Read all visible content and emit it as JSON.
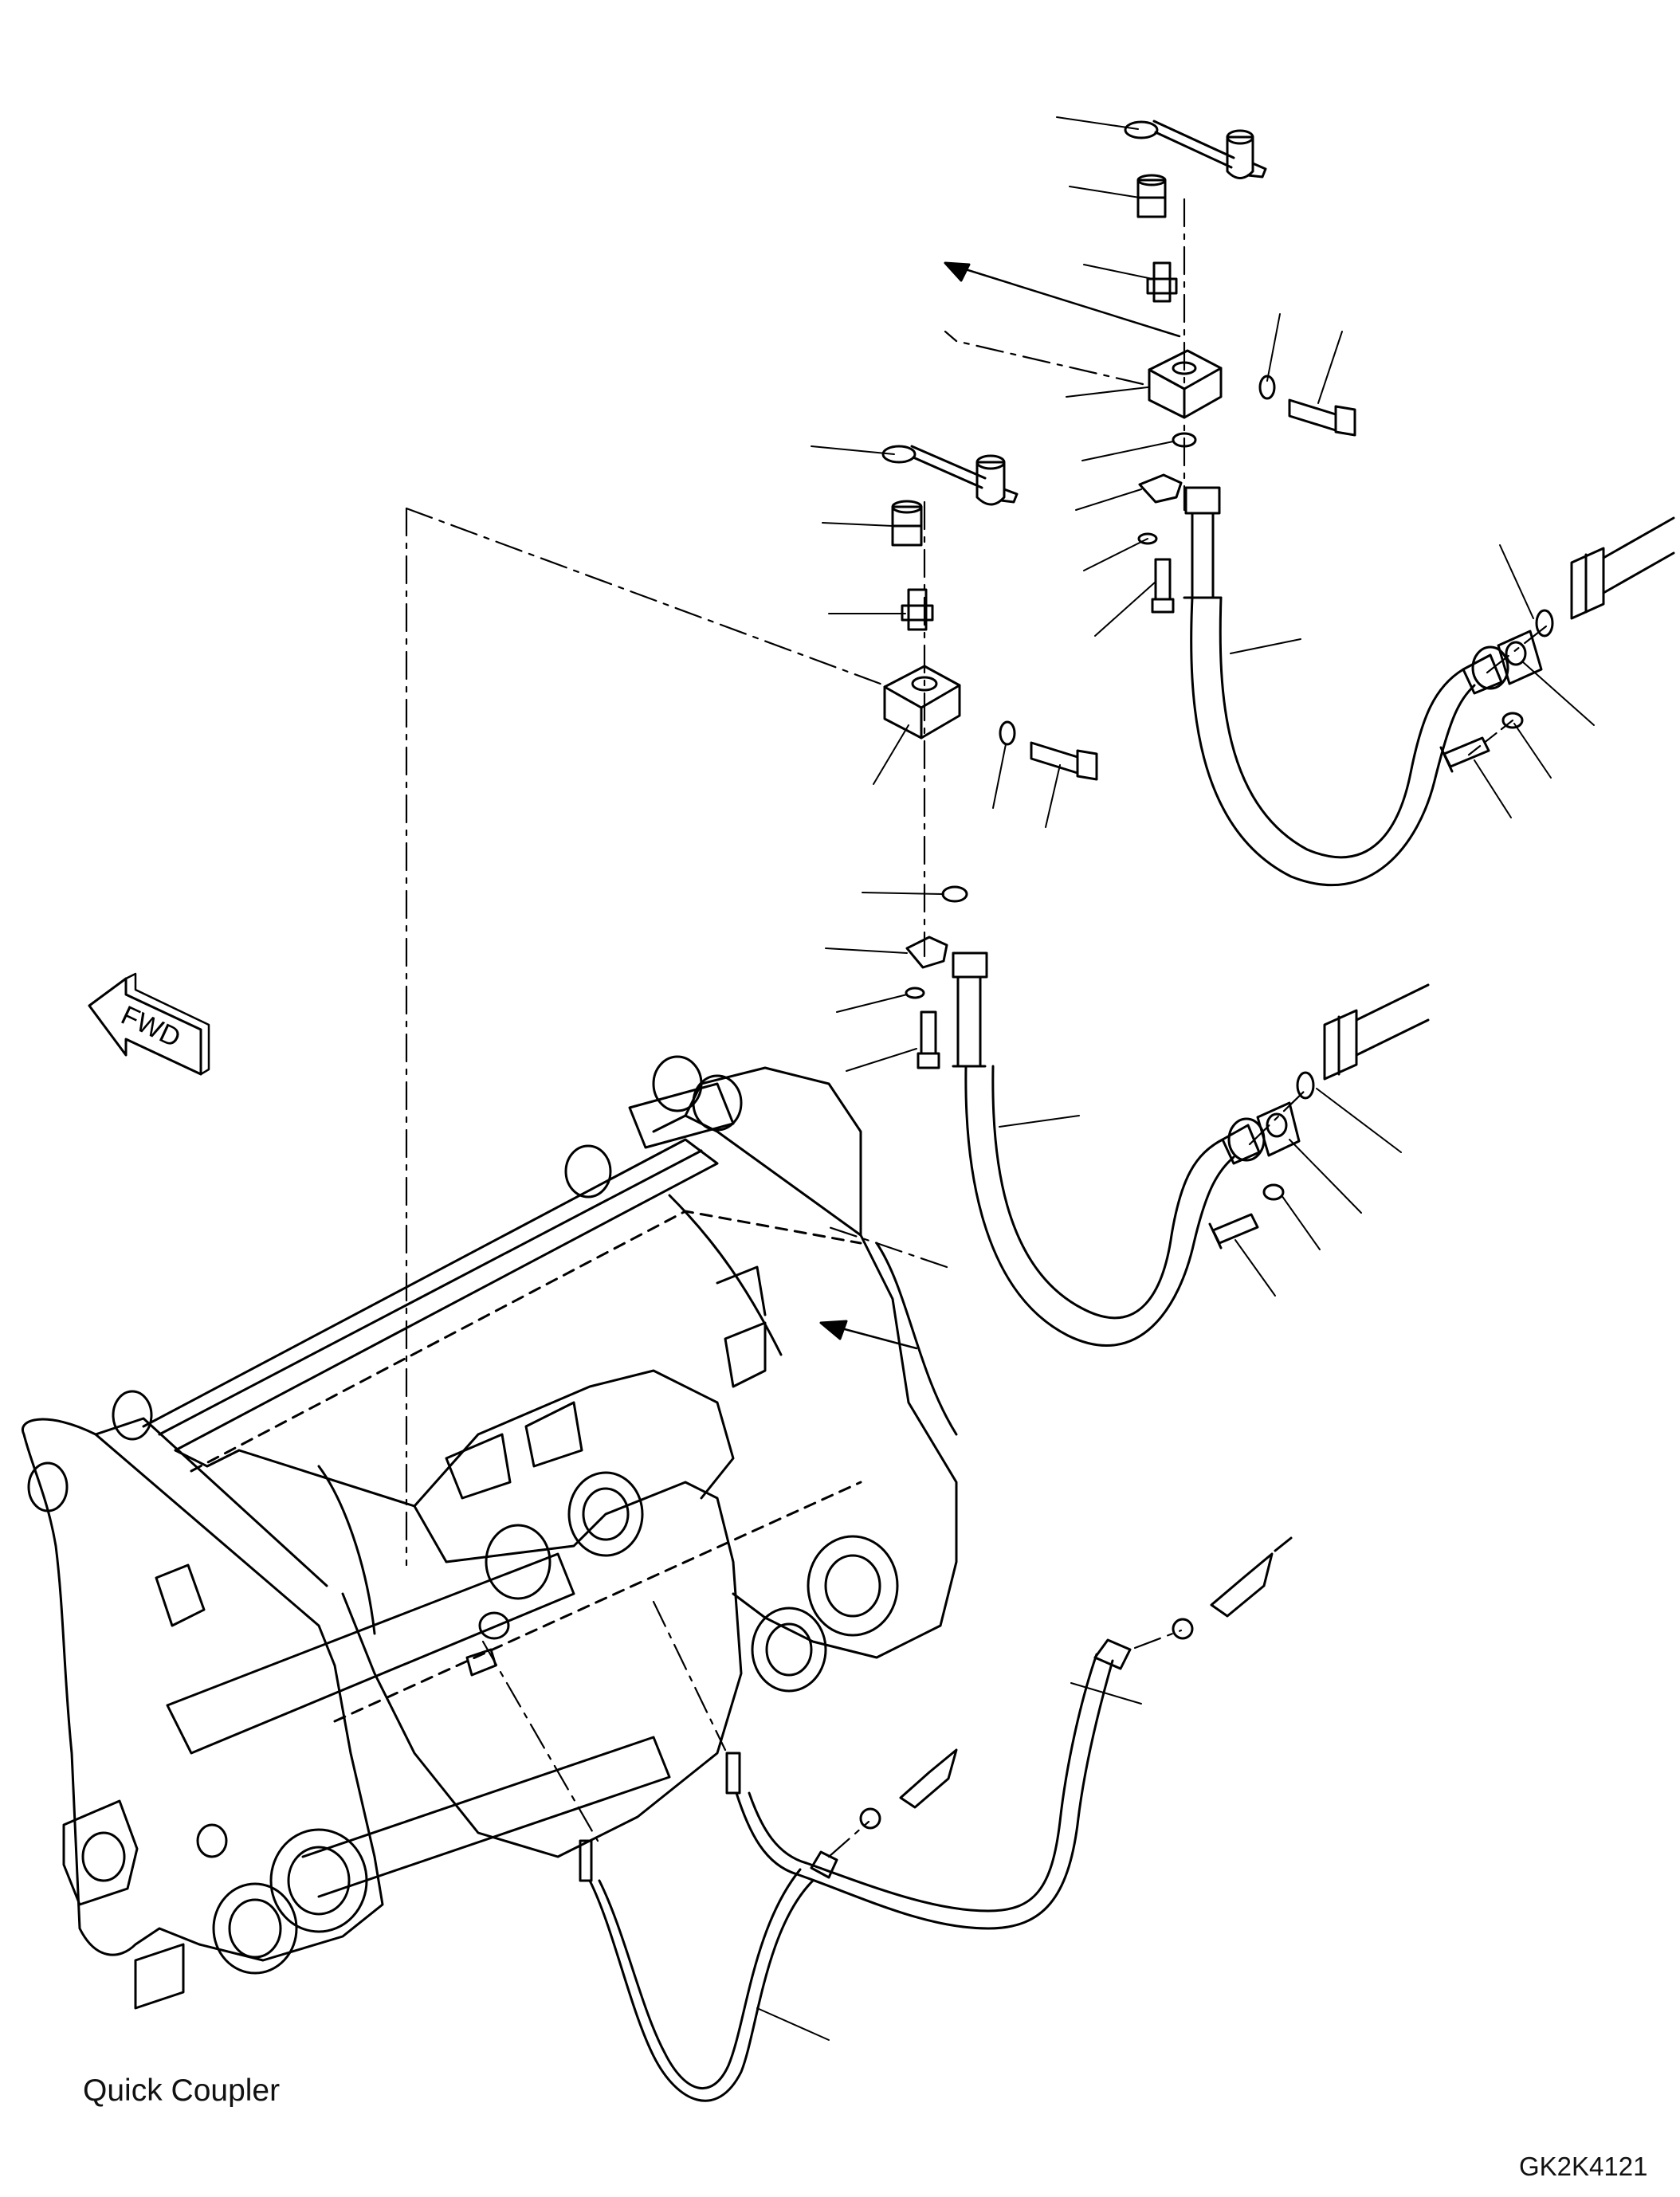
{
  "diagram": {
    "caption": "Quick Coupler",
    "drawing_number": "GK2K4121",
    "fwd_marker": "FWD",
    "line_color": "#000000",
    "background": "#ffffff"
  }
}
